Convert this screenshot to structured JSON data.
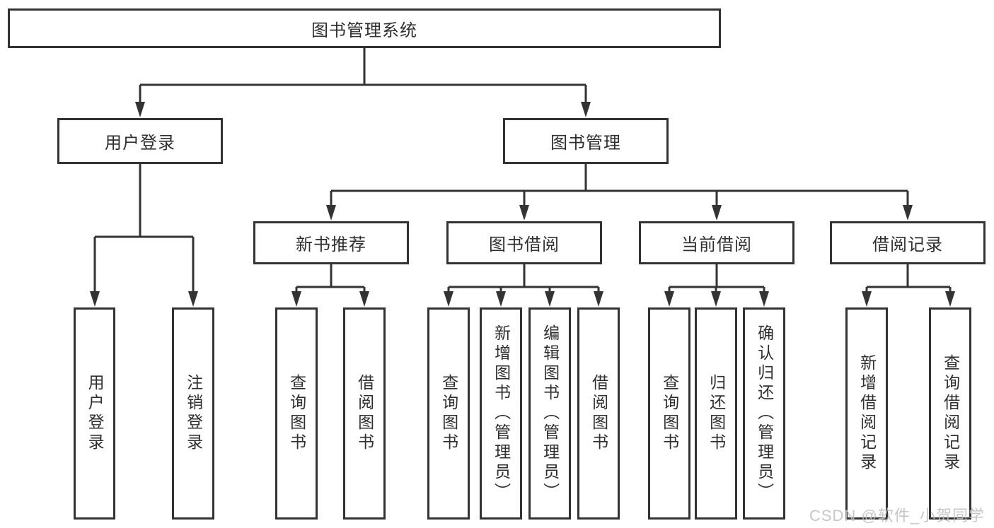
{
  "diagram_title": "图书管理系统",
  "nodes": {
    "root": "图书管理系统",
    "user_login": "用户登录",
    "book_mgmt": "图书管理",
    "new_book_rec": "新书推荐",
    "book_borrow": "图书借阅",
    "current_borrow": "当前借阅",
    "borrow_records": "借阅记录",
    "ul_login": "用户登录",
    "ul_logout": "注销登录",
    "nb_query": "查询图书",
    "nb_borrow": "借阅图书",
    "bb_query": "查询图书",
    "bb_add": "新增图书（管理员）",
    "bb_edit": "编辑图书（管理员）",
    "bb_borrow": "借阅图书",
    "cb_query": "查询图书",
    "cb_return": "归还图书",
    "cb_confirm": "确认归还（管理员）",
    "br_add": "新增借阅记录",
    "br_query": "查询借阅记录"
  },
  "hierarchy": {
    "图书管理系统": {
      "用户登录": [
        "用户登录",
        "注销登录"
      ],
      "图书管理": {
        "新书推荐": [
          "查询图书",
          "借阅图书"
        ],
        "图书借阅": [
          "查询图书",
          "新增图书（管理员）",
          "编辑图书（管理员）",
          "借阅图书"
        ],
        "当前借阅": [
          "查询图书",
          "归还图书",
          "确认归还（管理员）"
        ],
        "借阅记录": [
          "新增借阅记录",
          "查询借阅记录"
        ]
      }
    }
  },
  "watermark": "CSDN @软件_小贺同学",
  "colors": {
    "line": "#333333",
    "box_border": "#333333",
    "box_bg": "#ffffff",
    "text": "#2f2f2f",
    "watermark": "#bdbdbd"
  }
}
